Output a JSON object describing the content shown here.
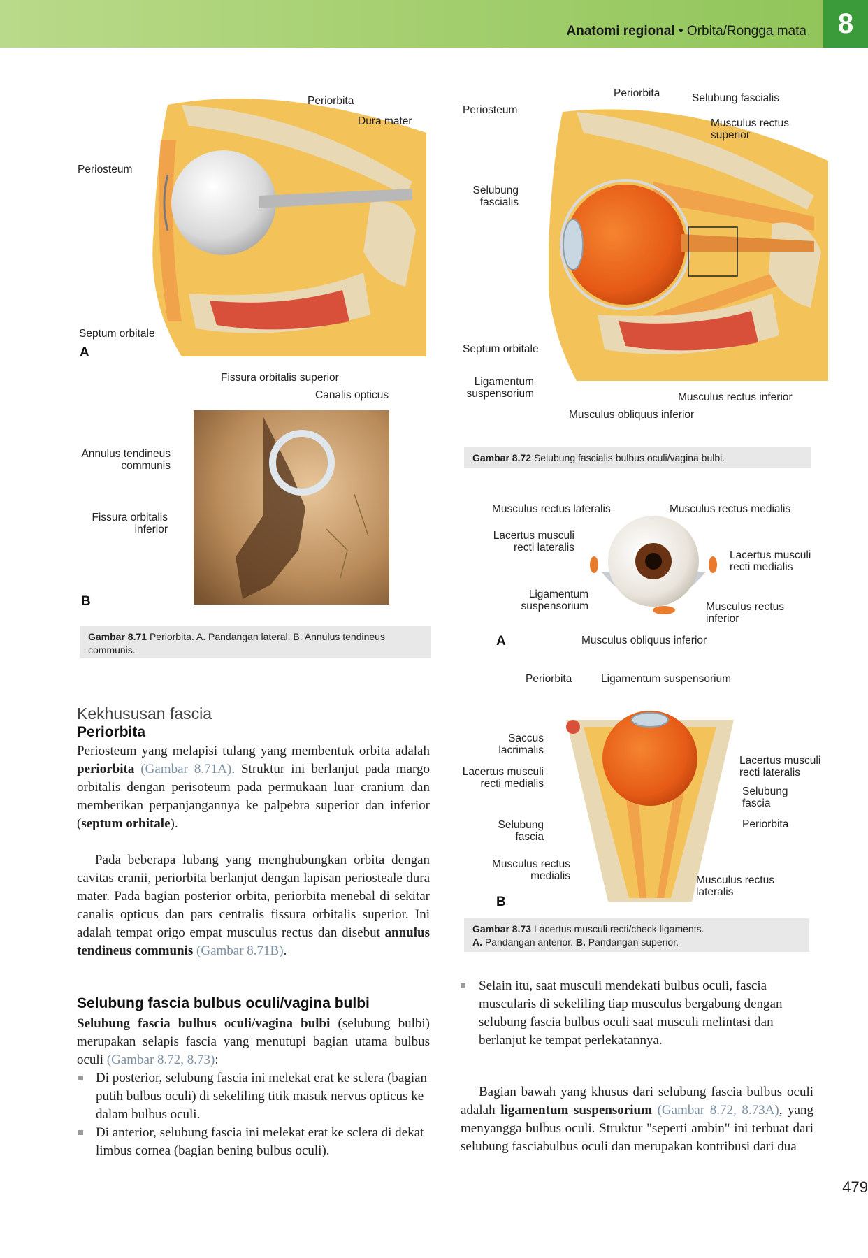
{
  "header": {
    "section_bold": "Anatomi regional",
    "separator": " • ",
    "section": "Orbita/Rongga mata",
    "chapter": "8"
  },
  "fig871": {
    "a": {
      "periorbita": "Periorbita",
      "dura": "Dura mater",
      "periosteum": "Periosteum",
      "septum": "Septum orbitale",
      "letter": "A"
    },
    "b": {
      "fissura_sup": "Fissura orbitalis superior",
      "canalis": "Canalis opticus",
      "annulus_1": "Annulus tendineus",
      "annulus_2": "communis",
      "fissura_inf_1": "Fissura orbitalis",
      "fissura_inf_2": "inferior",
      "letter": "B"
    },
    "caption_num": "Gambar 8.71",
    "caption_text": " Periorbita. A. Pandangan lateral. B. Annulus tendineus communis."
  },
  "fig872": {
    "periosteum": "Periosteum",
    "periorbita": "Periorbita",
    "selubung_fascialis": "Selubung fascialis",
    "mrs_1": "Musculus rectus",
    "mrs_2": "superior",
    "selubung_1": "Selubung",
    "selubung_2": "fascialis",
    "septum": "Septum orbitale",
    "lig_1": "Ligamentum",
    "lig_2": "suspensorium",
    "mri": "Musculus rectus inferior",
    "moi": "Musculus obliquus inferior",
    "caption_num": "Gambar 8.72",
    "caption_text": " Selubung fascialis bulbus oculi/vagina bulbi."
  },
  "fig873": {
    "a": {
      "mrl": "Musculus rectus lateralis",
      "mrm": "Musculus rectus medialis",
      "lac_lat_1": "Lacertus musculi",
      "lac_lat_2": "recti lateralis",
      "lac_med_1": "Lacertus musculi",
      "lac_med_2": "recti medialis",
      "lig_1": "Ligamentum",
      "lig_2": "suspensorium",
      "mri_1": "Musculus rectus",
      "mri_2": "inferior",
      "moi": "Musculus obliquus inferior",
      "letter": "A"
    },
    "b": {
      "periorbita": "Periorbita",
      "lig": "Ligamentum suspensorium",
      "saccus_1": "Saccus",
      "saccus_2": "lacrimalis",
      "lac_med_1": "Lacertus musculi",
      "lac_med_2": "recti medialis",
      "lac_lat_1": "Lacertus musculi",
      "lac_lat_2": "recti lateralis",
      "self_1": "Selubung",
      "self_2": "fascia",
      "periorbita_r": "Periorbita",
      "sell_1": "Selubung",
      "sell_2": "fascia",
      "mrm_1": "Musculus rectus",
      "mrm_2": "medialis",
      "mrl_1": "Musculus rectus",
      "mrl_2": "lateralis",
      "letter": "B"
    },
    "caption_num": "Gambar 8.73",
    "caption_text": " Lacertus musculi recti/check ligaments.",
    "caption_a": "A.",
    "caption_a_text": " Pandangan anterior. ",
    "caption_b": "B.",
    "caption_b_text": " Pandangan superior."
  },
  "text": {
    "h1": "Kekhususan fascia",
    "h2_periorbita": "Periorbita",
    "p1_a": "Periosteum yang melapisi tulang yang membentuk orbita adalah ",
    "p1_b": "periorbita",
    "p1_ref": " (Gambar 8.71A)",
    "p1_c": ". Struktur ini berlanjut pada margo orbitalis dengan perisoteum pada permukaan luar cranium dan memberikan perpanjangannya ke palpebra superior dan inferior (",
    "p1_d": "septum orbitale",
    "p1_e": ").",
    "p2_a": "Pada beberapa lubang yang menghubungkan orbita dengan cavitas cranii, periorbita berlanjut dengan lapisan periosteale dura mater. Pada bagian posterior orbita, periorbita menebal di sekitar canalis opticus dan pars centralis fissura orbitalis superior. Ini adalah tempat origo empat musculus rectus dan disebut ",
    "p2_b": "annulus tendineus communis",
    "p2_ref": " (Gambar 8.71B)",
    "p2_c": ".",
    "h2_selubung": "Selubung fascia bulbus oculi/vagina bulbi",
    "p3_b": "Selubung fascia bulbus oculi/vagina bulbi",
    "p3_a": " (selubung bulbi) merupakan selapis fascia yang menutupi bagian utama bulbus oculi ",
    "p3_ref": "(Gambar 8.72, 8.73)",
    "p3_c": ":",
    "b1": "Di posterior, selubung fascia ini melekat erat ke sclera (bagian putih bulbus oculi) di sekeliling titik masuk nervus opticus ke dalam bulbus oculi.",
    "b2": "Di anterior, selubung fascia ini melekat erat ke sclera di dekat limbus cornea (bagian bening bulbus oculi).",
    "b3": "Selain itu, saat musculi mendekati bulbus oculi, fascia muscularis di sekeliling tiap musculus bergabung dengan selubung fascia bulbus oculi saat musculi melintasi dan berlanjut ke tempat perlekatannya.",
    "p4_a": "Bagian bawah yang khusus dari selubung fascia bulbus oculi adalah ",
    "p4_b": "ligamentum suspensorium",
    "p4_ref": " (Gambar 8.72, 8.73A)",
    "p4_c": ", yang menyangga bulbus oculi. Struktur \"seperti ambin\" ini terbuat dari selubung fasciabulbus oculi dan merupakan kontribusi dari dua"
  },
  "page_number": "479"
}
